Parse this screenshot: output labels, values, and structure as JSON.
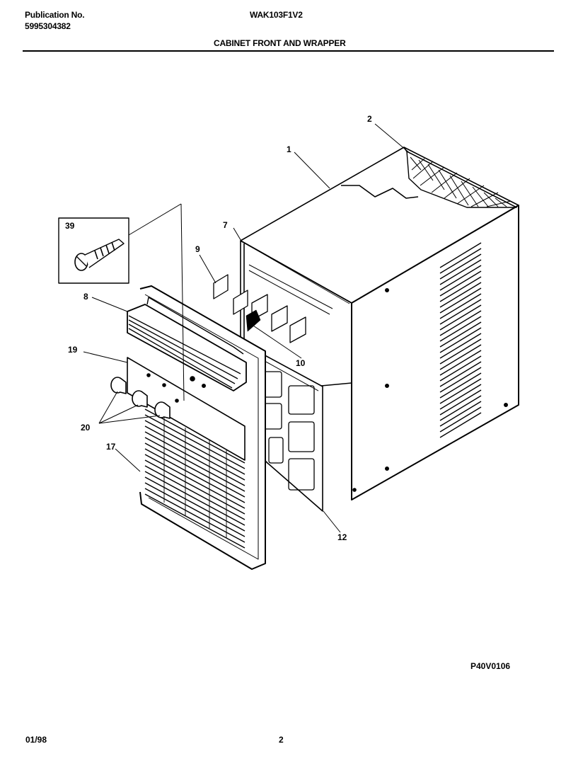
{
  "header": {
    "publication_label": "Publication No.",
    "publication_number": "5995304382",
    "model": "WAK103F1V2",
    "section_title": "CABINET FRONT AND WRAPPER"
  },
  "callouts": {
    "c1": "1",
    "c2": "2",
    "c7": "7",
    "c8": "8",
    "c9": "9",
    "c10": "10",
    "c12": "12",
    "c17": "17",
    "c19": "19",
    "c20": "20",
    "c39": "39"
  },
  "footer": {
    "drawing_code": "P40V0106",
    "date": "01/98",
    "page": "2"
  }
}
